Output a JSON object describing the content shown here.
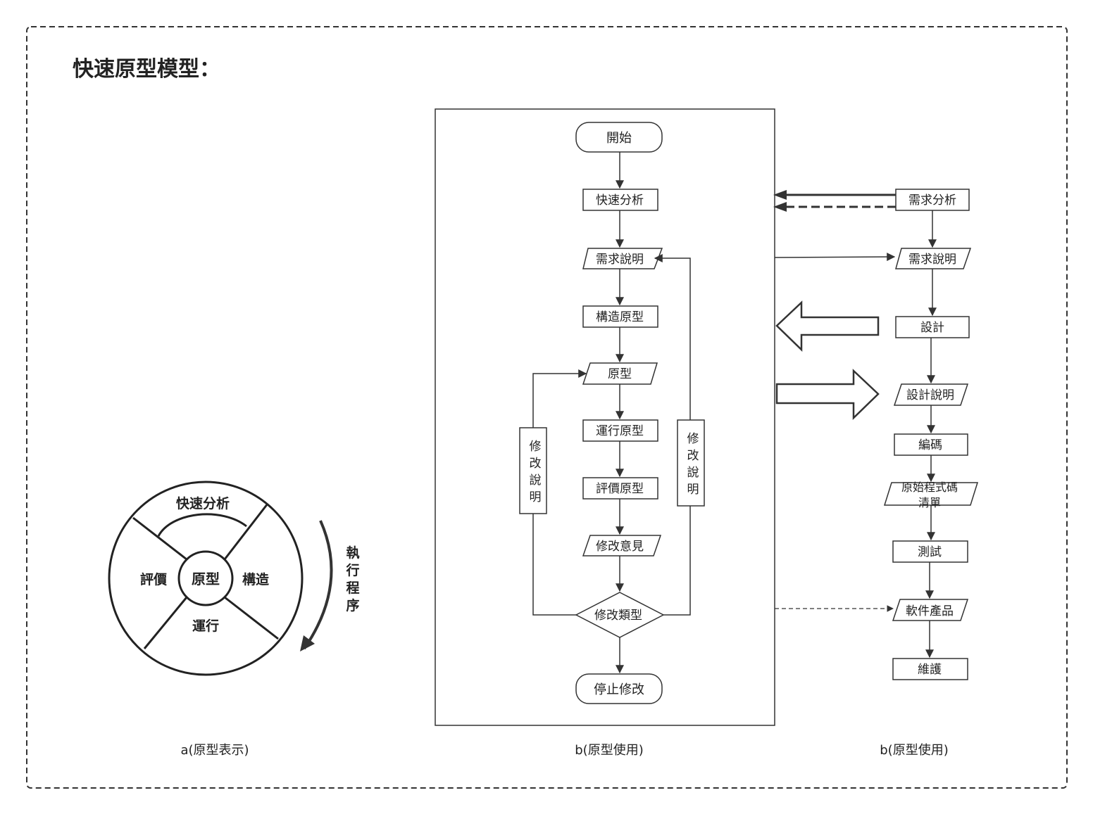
{
  "title": "快速原型模型：",
  "wheel": {
    "center": "原型",
    "top": "快速分析",
    "right": "構造",
    "bottom": "運行",
    "left": "評價",
    "direction_label": [
      "執",
      "行",
      "程",
      "序"
    ],
    "caption": "a(原型表示)"
  },
  "prototype_flow": {
    "start": "開始",
    "quick_analysis": "快速分析",
    "requirement_spec": "需求說明",
    "build_prototype": "構造原型",
    "prototype": "原型",
    "run_prototype": "運行原型",
    "evaluate_prototype": "評價原型",
    "modify_opinion": "修改意見",
    "modify_type": "修改類型",
    "stop_modify": "停止修改",
    "left_loop_label": [
      "修",
      "改",
      "說",
      "明"
    ],
    "right_loop_label": [
      "修",
      "改",
      "說",
      "明"
    ],
    "caption": "b(原型使用)"
  },
  "development_flow": {
    "requirement_analysis": "需求分析",
    "requirement_spec": "需求說明",
    "design": "設計",
    "design_spec": "設計說明",
    "coding": "編碼",
    "source_code_line1": "原始程式碼",
    "source_code_line2": "清單",
    "testing": "測試",
    "software_product": "軟件產品",
    "maintenance": "維護",
    "caption": "b(原型使用)"
  }
}
